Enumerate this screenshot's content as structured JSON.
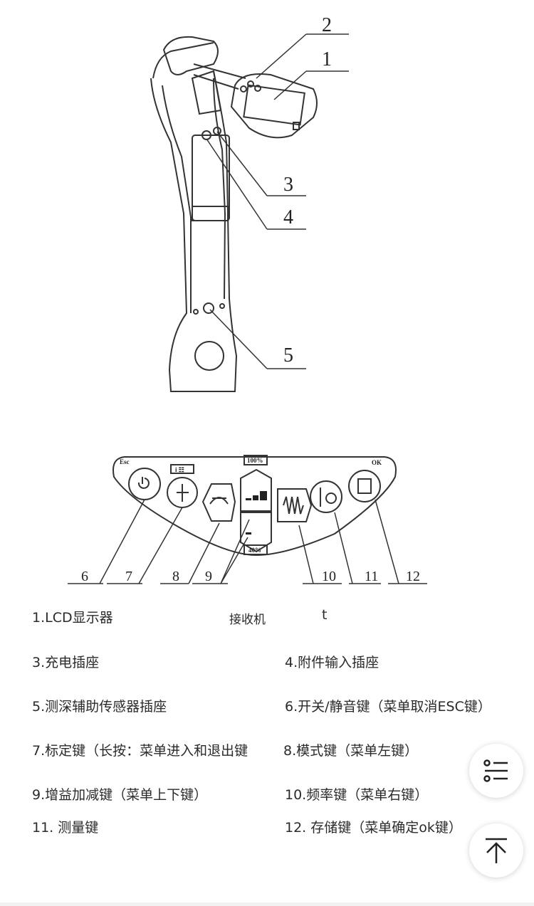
{
  "figure": {
    "device_labels": [
      "1",
      "2",
      "3",
      "4",
      "5"
    ],
    "panel_labels": [
      "6",
      "7",
      "8",
      "9",
      "10",
      "11",
      "12"
    ],
    "panel_text": {
      "esc": "Esc",
      "ok": "OK",
      "gain_high": "100%",
      "gain_low": "40%",
      "info": "i ☷"
    }
  },
  "captions": [
    {
      "left": "1.LCD显示器",
      "middle": "接收机",
      "right": "t"
    },
    {
      "left": "3.充电插座",
      "right": "4.附件输入插座"
    },
    {
      "left": "5.测深辅助传感器插座",
      "right": "6.开关/静音键（菜单取消ESC键）"
    },
    {
      "left": "7.标定键（长按：菜单进入和退出键",
      "right": "8.模式键（菜单左键）"
    },
    {
      "left": "9.增益加减键（菜单上下键）",
      "right": "10.频率键（菜单右键）"
    },
    {
      "left": "11. 测量键",
      "right": "12. 存储键（菜单确定ok键）"
    }
  ],
  "fabs": {
    "toc": "list-icon",
    "top": "arrow-up-icon"
  }
}
